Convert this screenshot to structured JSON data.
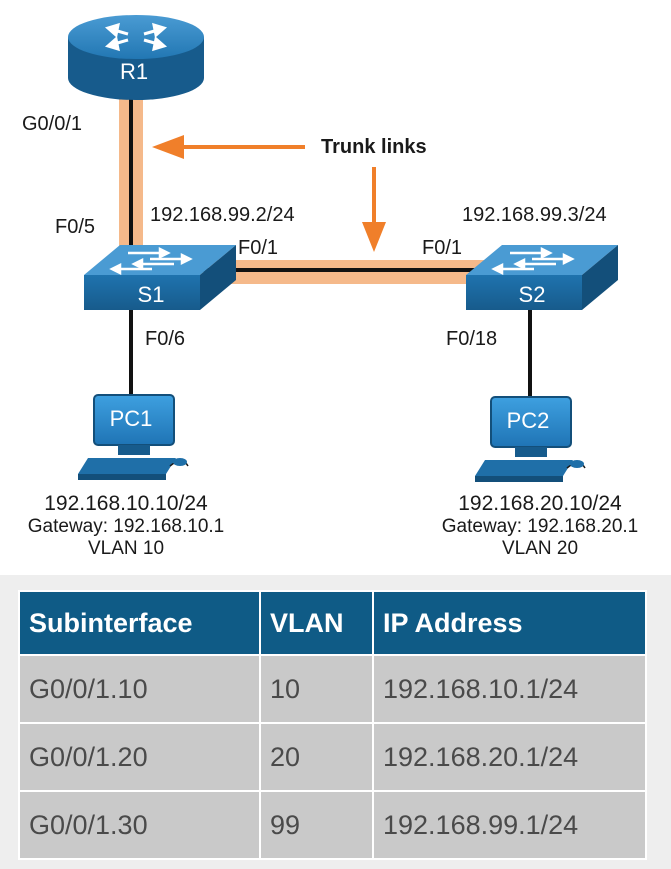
{
  "diagram": {
    "router": {
      "name": "R1",
      "interface": "G0/0/1"
    },
    "annotation": {
      "trunk_links": "Trunk links"
    },
    "s1": {
      "name": "S1",
      "ip": "192.168.99.2/24",
      "uplink_port": "F0/5",
      "trunk_port": "F0/1",
      "pc_port": "F0/6"
    },
    "s2": {
      "name": "S2",
      "ip": "192.168.99.3/24",
      "trunk_port": "F0/1",
      "pc_port": "F0/18"
    },
    "pc1": {
      "name": "PC1",
      "ip": "192.168.10.10/24",
      "gateway": "Gateway: 192.168.10.1",
      "vlan": "VLAN 10"
    },
    "pc2": {
      "name": "PC2",
      "ip": "192.168.20.10/24",
      "gateway": "Gateway: 192.168.20.1",
      "vlan": "VLAN 20"
    },
    "colors": {
      "trunk_highlight": "#f5b98a",
      "arrow": "#f07f2a",
      "device_blue": "#1f6fa8",
      "header_blue": "#0f5b86",
      "cell_gray": "#c9c9c9"
    }
  },
  "table": {
    "headers": [
      "Subinterface",
      "VLAN",
      "IP Address"
    ],
    "rows": [
      [
        "G0/0/1.10",
        "10",
        "192.168.10.1/24"
      ],
      [
        "G0/0/1.20",
        "20",
        "192.168.20.1/24"
      ],
      [
        "G0/0/1.30",
        "99",
        "192.168.99.1/24"
      ]
    ]
  }
}
